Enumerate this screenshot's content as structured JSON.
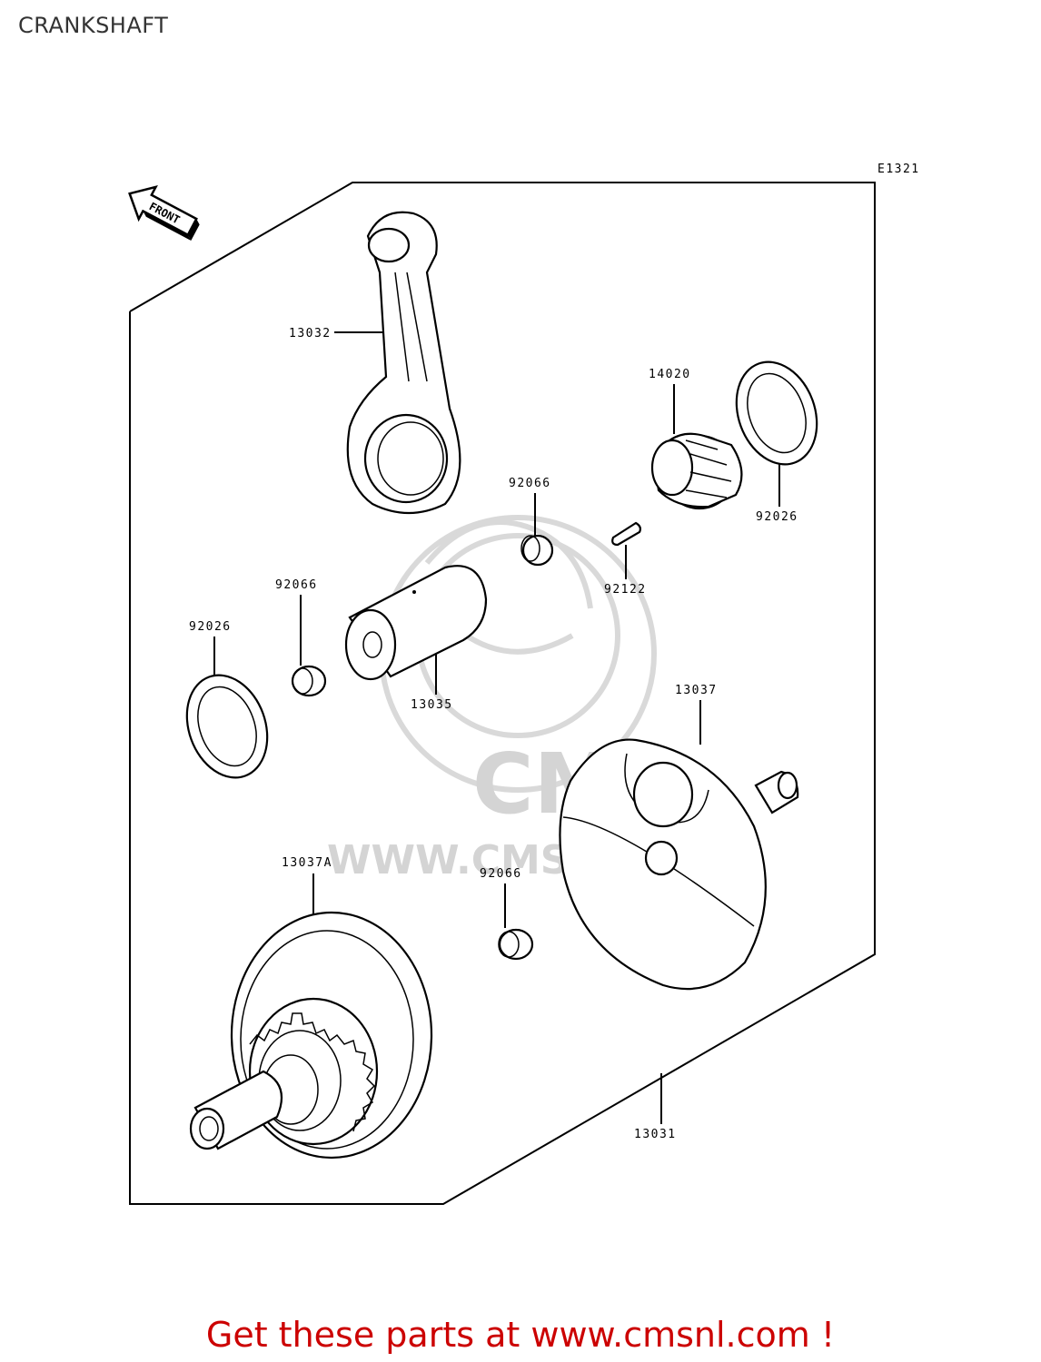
{
  "page": {
    "title": "CRANKSHAFT"
  },
  "diagram": {
    "code": "E1321",
    "front_label": "FRONT",
    "parts": [
      {
        "number": "13032"
      },
      {
        "number": "14020"
      },
      {
        "number": "92026"
      },
      {
        "number": "92066"
      },
      {
        "number": "92122"
      },
      {
        "number": "92066"
      },
      {
        "number": "92026"
      },
      {
        "number": "13035"
      },
      {
        "number": "13037"
      },
      {
        "number": "13037A"
      },
      {
        "number": "92066"
      },
      {
        "number": "13031"
      }
    ]
  },
  "watermark": {
    "logo": "CMS",
    "url": "WWW.CMSNL.COM"
  },
  "footer": {
    "text": "Get these parts at www.cmsnl.com !",
    "color": "#cc0000"
  }
}
